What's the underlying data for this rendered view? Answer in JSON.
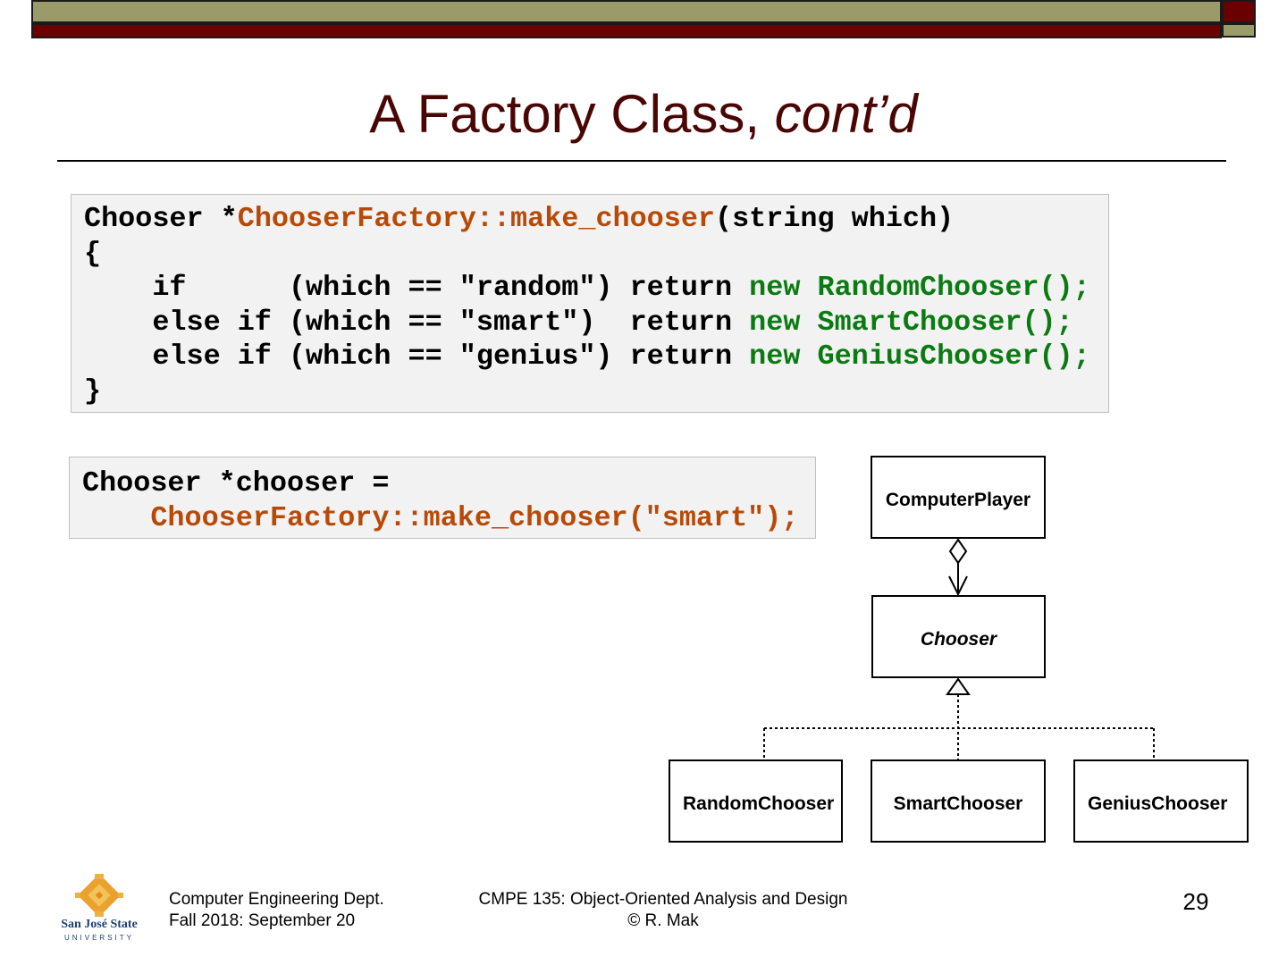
{
  "title": {
    "main": "A Factory Class",
    "suffix": "cont’d"
  },
  "code_main": {
    "l1a": "Chooser *",
    "l1b": "ChooserFactory::make_chooser",
    "l1c": "(string which)",
    "l2": "{",
    "l3a": "    if      (which == \"random\") return ",
    "l3b": "new RandomChooser();",
    "l4a": "    else if (which == \"smart\")  return ",
    "l4b": "new SmartChooser();",
    "l5a": "    else if (which == \"genius\") return ",
    "l5b": "new GeniusChooser();",
    "l6": "}"
  },
  "code_usage": {
    "l1": "Chooser *chooser =",
    "l2a": "    ",
    "l2b": "ChooserFactory::make_chooser(\"smart\");"
  },
  "uml": {
    "computer_player": "ComputerPlayer",
    "chooser": "Chooser",
    "random": "RandomChooser",
    "smart": "SmartChooser",
    "genius": "GeniusChooser"
  },
  "footer": {
    "dept": "Computer Engineering Dept.",
    "date": "Fall 2018: September 20",
    "course": "CMPE 135: Object-Oriented Analysis and Design",
    "author": "© R. Mak",
    "page": "29"
  },
  "logo": {
    "line1": "San José State",
    "line2": "UNIVERSITY"
  },
  "colors": {
    "title": "#4a0505",
    "accent_red": "#6b0000",
    "accent_olive": "#9b9b6a",
    "code_orange": "#b84a08",
    "code_green": "#0b7a12"
  }
}
